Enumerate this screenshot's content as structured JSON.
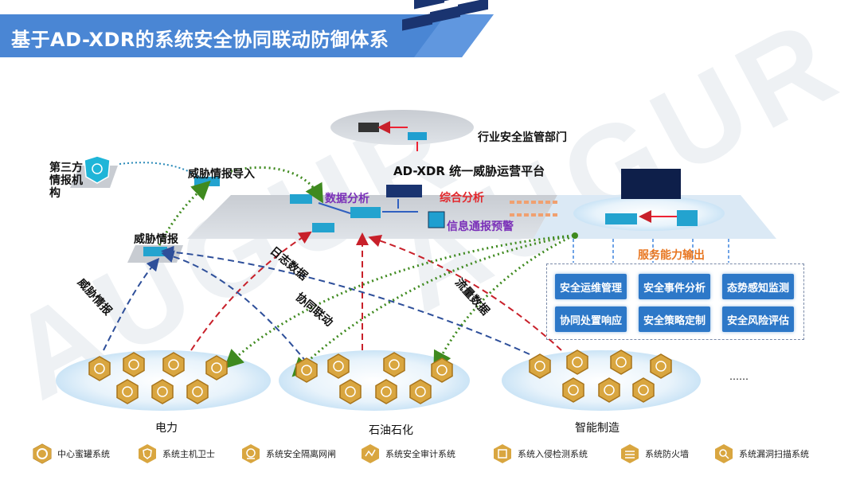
{
  "title": "基于AD-XDR的系统安全协同联动防御体系",
  "watermark": "AUGUR",
  "colors": {
    "banner": "#4a86d4",
    "service": "#2d78c8",
    "red_flow": "#c8202a",
    "green_flow": "#3f8a1f",
    "blue_flow": "#2e4f9a",
    "orange_flow": "#f0a070"
  },
  "labels": {
    "regulator": "行业安全监管部门",
    "platform": "AD-XDR 统一威胁运营平台",
    "third_party": "第三方\n情报机\n构",
    "threat_import": "威胁情报导入",
    "threat_intel_node": "威胁情报",
    "data_analysis": "数据分析",
    "comprehensive": "综合分析",
    "alert": "信息通报预警",
    "service_output": "服务能力输出",
    "log_data": "日志数据",
    "threat_intel_flow": "威胁情报",
    "coordination": "协同联动",
    "traffic_data": "流量数据",
    "ellipsis": "……"
  },
  "services": [
    "安全运维管理",
    "安全事件分析",
    "态势感知监测",
    "协同处置响应",
    "安全策略定制",
    "安全风险评估"
  ],
  "regions": [
    "电力",
    "石油石化",
    "智能制造"
  ],
  "legend": [
    {
      "label": "中心蜜罐系统",
      "icon": "honeypot-icon"
    },
    {
      "label": "系统主机卫士",
      "icon": "host-guard-icon"
    },
    {
      "label": "系统安全隔离网闸",
      "icon": "isolation-gateway-icon"
    },
    {
      "label": "系统安全审计系统",
      "icon": "audit-icon"
    },
    {
      "label": "系统入侵检测系统",
      "icon": "ids-icon"
    },
    {
      "label": "系统防火墙",
      "icon": "firewall-icon"
    },
    {
      "label": "系统漏洞扫描系统",
      "icon": "vuln-scan-icon"
    }
  ]
}
